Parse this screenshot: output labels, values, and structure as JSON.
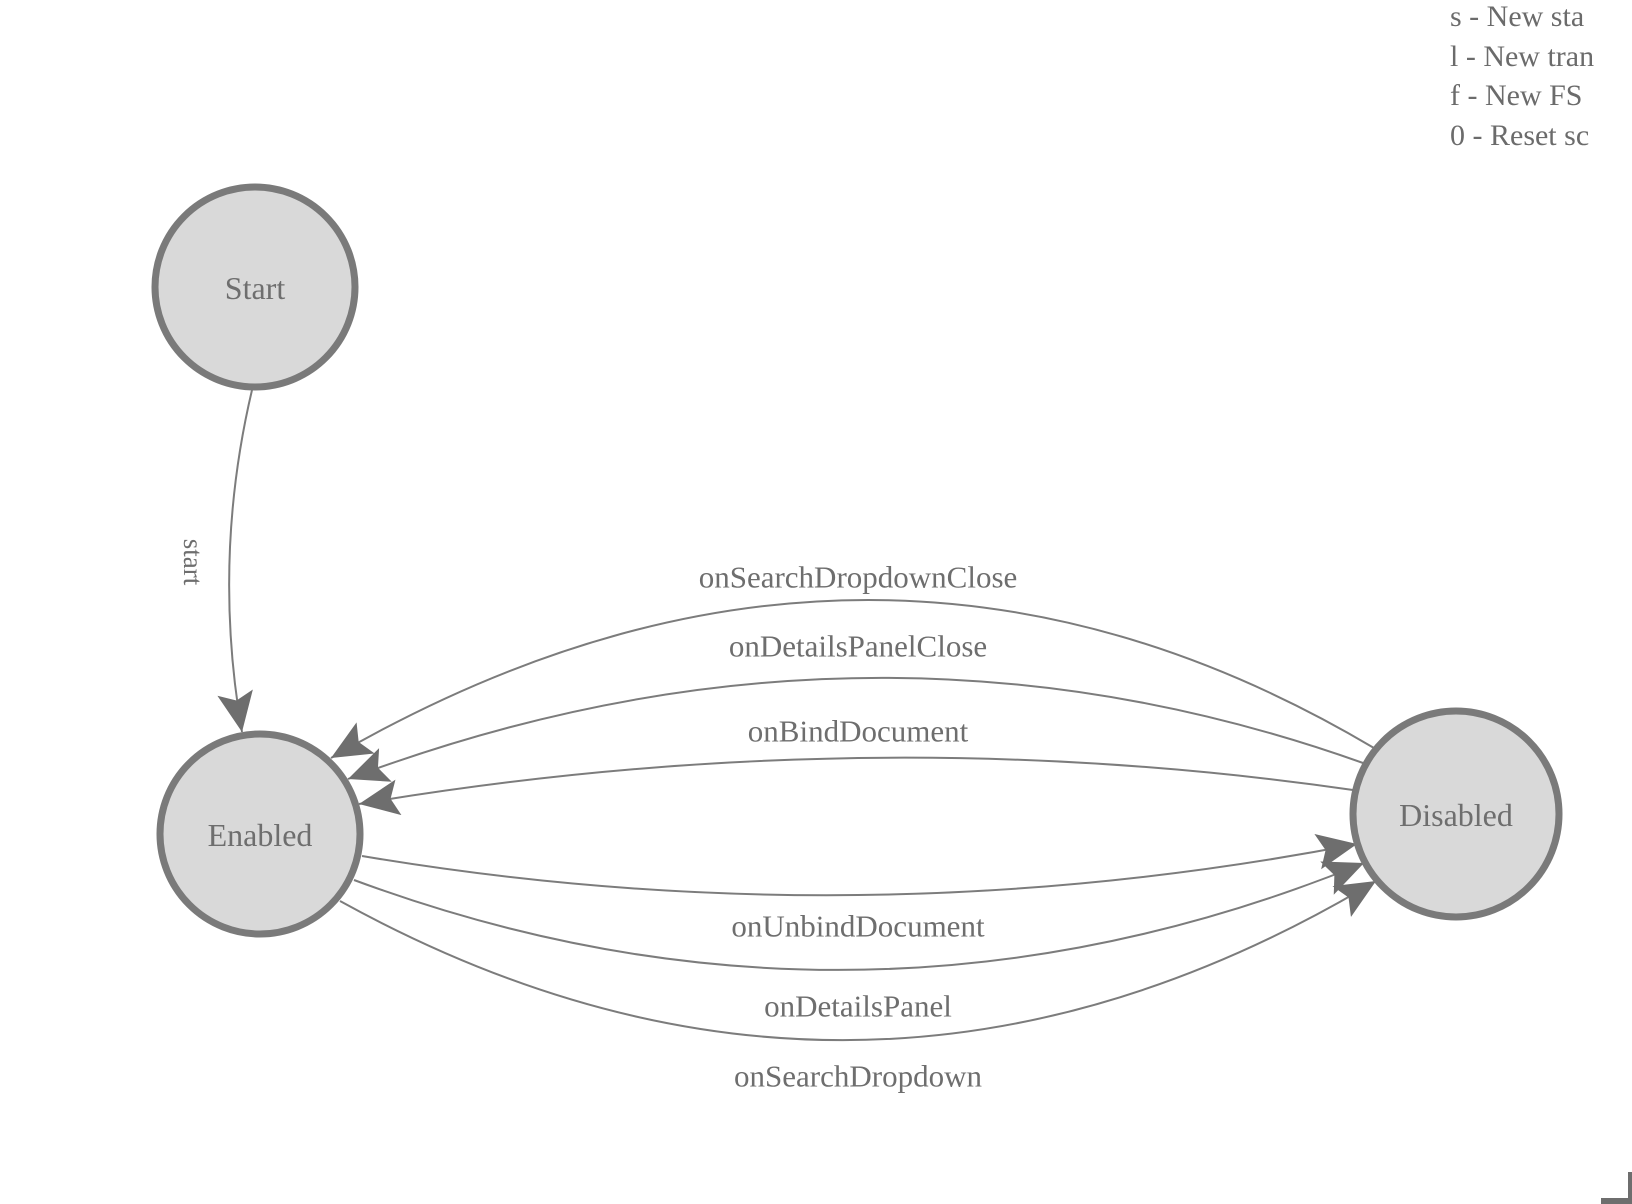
{
  "colors": {
    "background": "#ffffff",
    "node_fill": "#d9d9d9",
    "node_stroke": "#7a7a7a",
    "edge_line": "#7c7c7c",
    "arrowhead": "#6e6e6e",
    "text": "#6e6e6e"
  },
  "legend": {
    "lines": [
      "s - New sta",
      "l - New tran",
      "f - New FS",
      "0 - Reset sc"
    ]
  },
  "fsm": {
    "states": [
      {
        "label": "Start"
      },
      {
        "label": "Enabled"
      },
      {
        "label": "Disabled"
      }
    ],
    "transitions": [
      {
        "label": "start",
        "from": "Start",
        "to": "Enabled"
      },
      {
        "label": "onSearchDropdownClose",
        "from": "Disabled",
        "to": "Enabled"
      },
      {
        "label": "onDetailsPanelClose",
        "from": "Disabled",
        "to": "Enabled"
      },
      {
        "label": "onBindDocument",
        "from": "Disabled",
        "to": "Enabled"
      },
      {
        "label": "onUnbindDocument",
        "from": "Enabled",
        "to": "Disabled"
      },
      {
        "label": "onDetailsPanel",
        "from": "Enabled",
        "to": "Disabled"
      },
      {
        "label": "onSearchDropdown",
        "from": "Enabled",
        "to": "Disabled"
      }
    ]
  }
}
